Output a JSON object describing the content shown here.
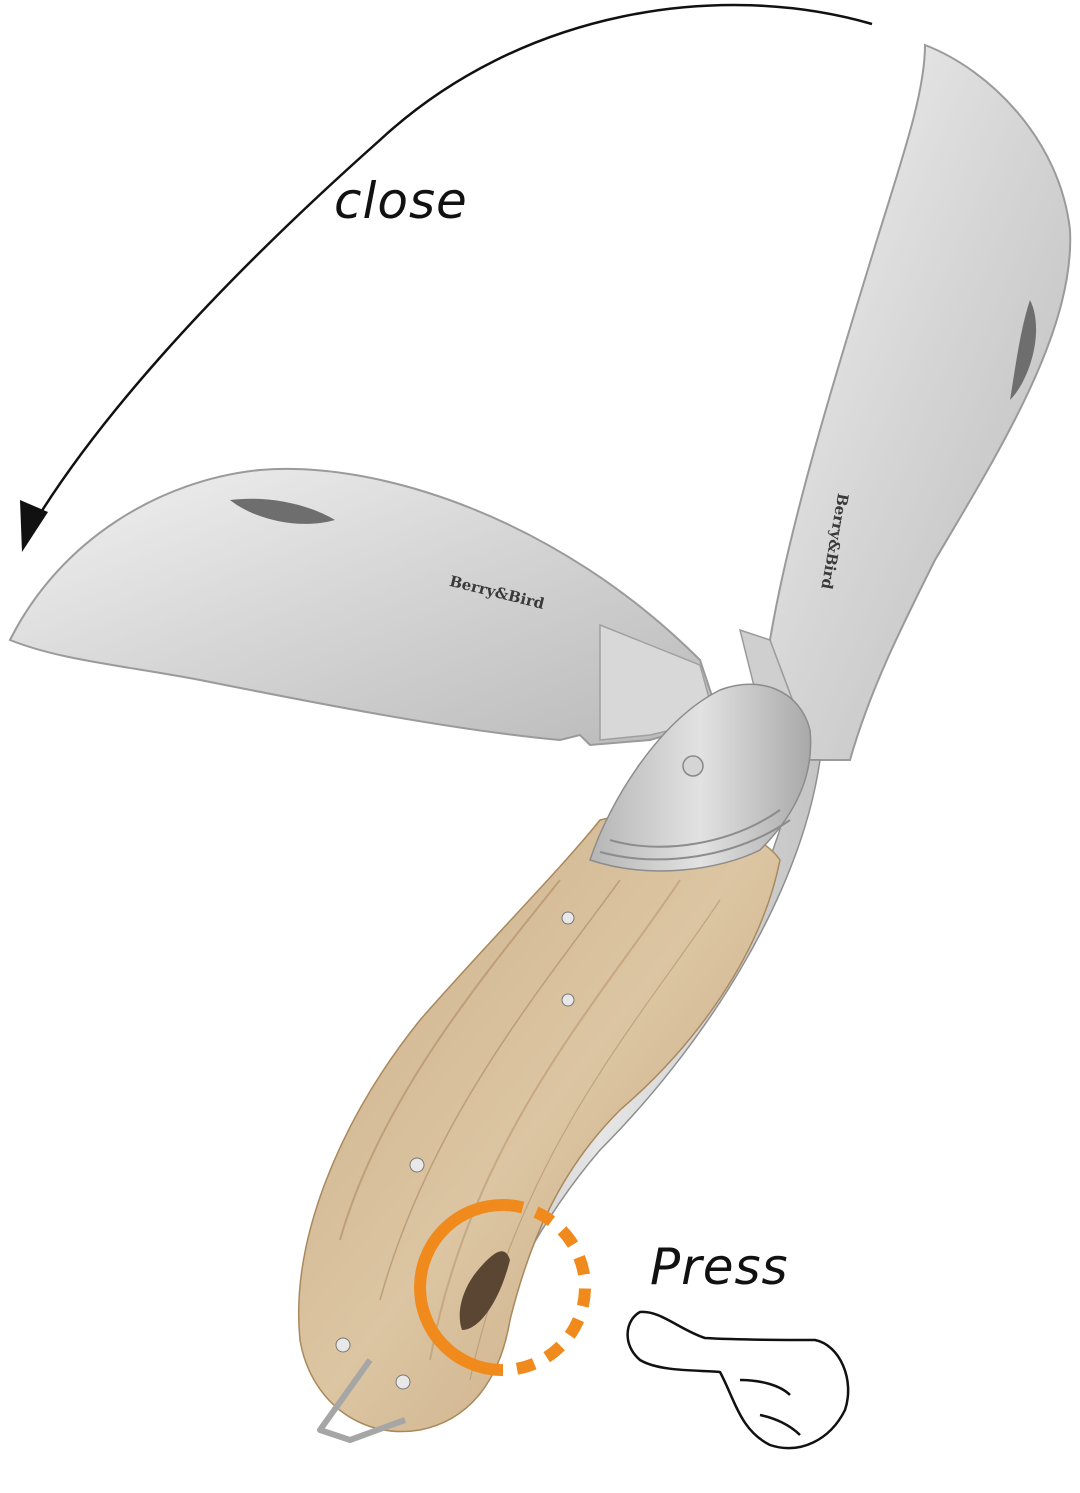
{
  "annotations": {
    "close_label": "close",
    "press_label": "Press"
  },
  "product": {
    "brand_left_blade": "Berry&Bird",
    "brand_right_blade": "Berry&Bird",
    "handle_material": "wood",
    "blade_count": 2
  },
  "colors": {
    "background": "#ffffff",
    "arrow": "#111111",
    "highlight_circle": "#f08a1c",
    "blade_steel": "#d9d9d9",
    "blade_shadow": "#a8a8a8",
    "wood_light": "#d8bf9a",
    "wood_dark": "#b8966a",
    "bolster": "#c9c9c9",
    "hand_outline": "#111111"
  },
  "icons": {
    "arrow": "curved-arrow-icon",
    "hand": "pointing-hand-icon",
    "circle": "dashed-circle-icon"
  }
}
